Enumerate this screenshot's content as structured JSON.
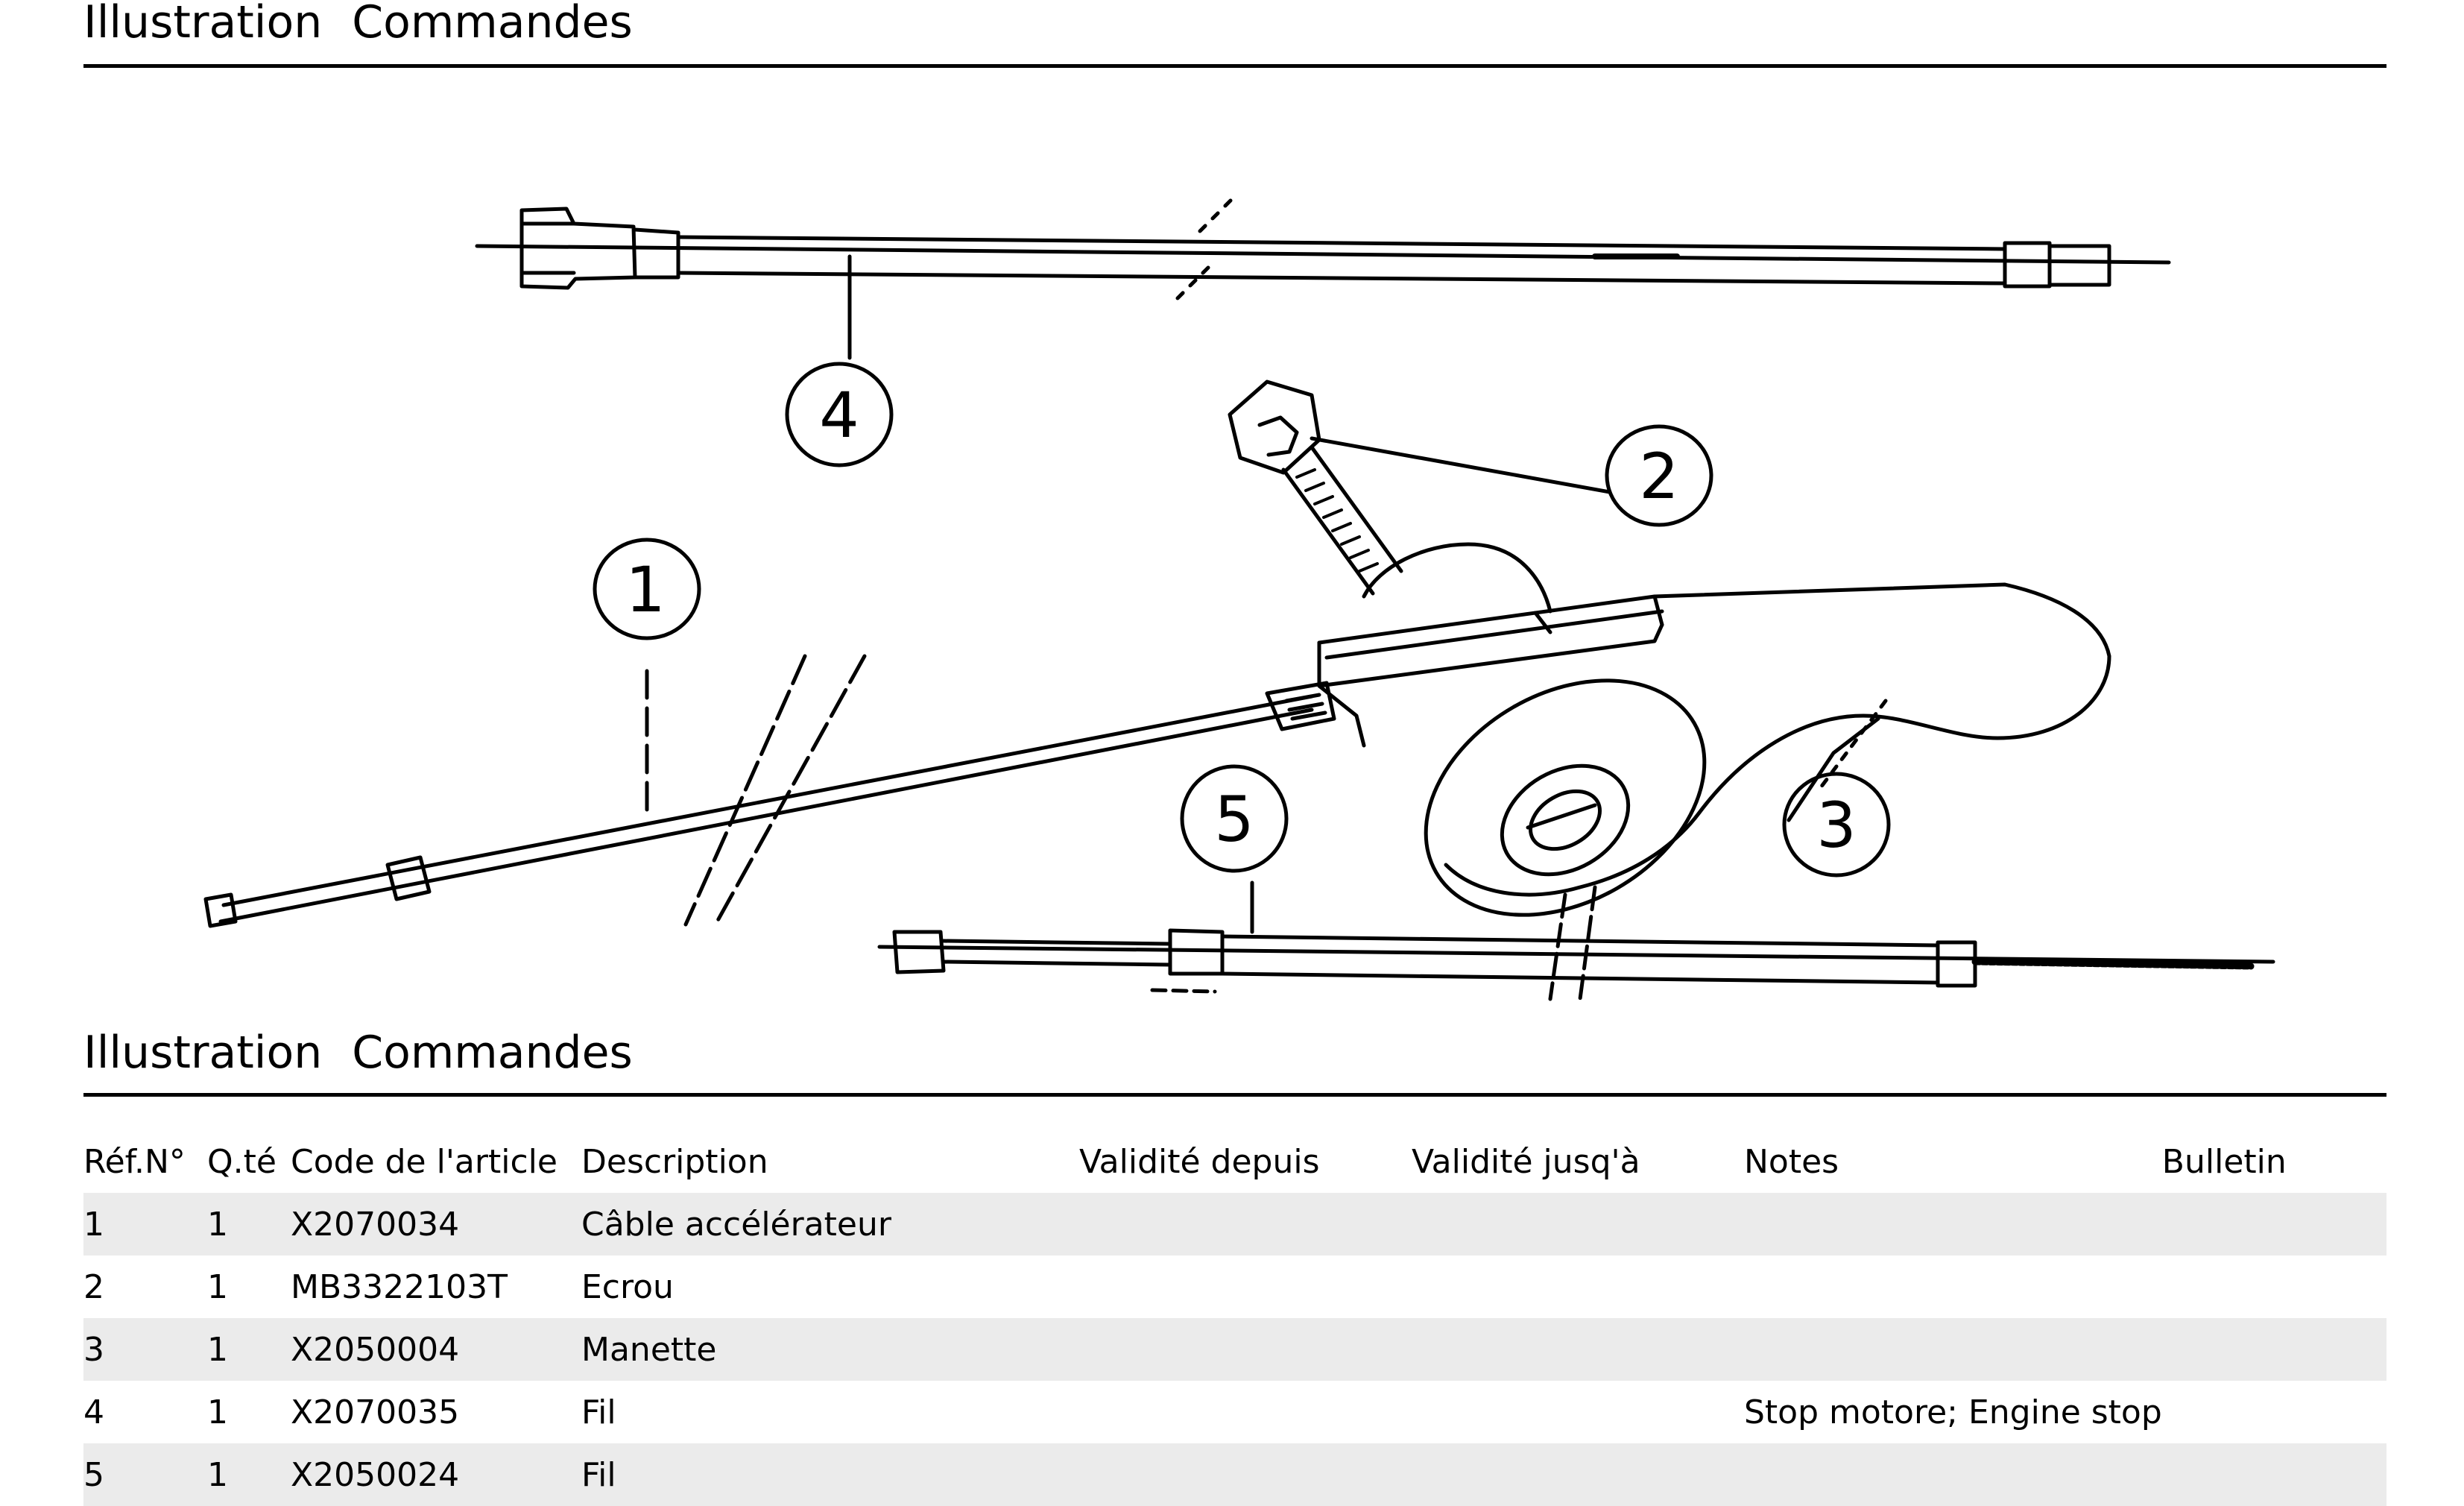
{
  "page_title_top": {
    "word1": "Illustration",
    "word2": "Commandes"
  },
  "page_title_bottom": {
    "word1": "Illustration",
    "word2": "Commandes"
  },
  "callouts": [
    "1",
    "2",
    "3",
    "4",
    "5"
  ],
  "table": {
    "headers": [
      "Réf.N°",
      "Q.té",
      "Code de l'article",
      "Description",
      "Validité depuis",
      "Validité jusq'à",
      "Notes",
      "Bulletin"
    ],
    "rows": [
      {
        "ref": "1",
        "qty": "1",
        "code": "X2070034",
        "description": "Câble accélérateur",
        "valid_from": "",
        "valid_to": "",
        "notes": "",
        "bulletin": ""
      },
      {
        "ref": "2",
        "qty": "1",
        "code": "MB3322103T",
        "description": "Ecrou",
        "valid_from": "",
        "valid_to": "",
        "notes": "",
        "bulletin": ""
      },
      {
        "ref": "3",
        "qty": "1",
        "code": "X2050004",
        "description": "Manette",
        "valid_from": "",
        "valid_to": "",
        "notes": "",
        "bulletin": ""
      },
      {
        "ref": "4",
        "qty": "1",
        "code": "X2070035",
        "description": "Fil",
        "valid_from": "",
        "valid_to": "",
        "notes": "Stop motore; Engine stop",
        "bulletin": ""
      },
      {
        "ref": "5",
        "qty": "1",
        "code": "X2050024",
        "description": "Fil",
        "valid_from": "",
        "valid_to": "",
        "notes": "",
        "bulletin": ""
      }
    ]
  }
}
